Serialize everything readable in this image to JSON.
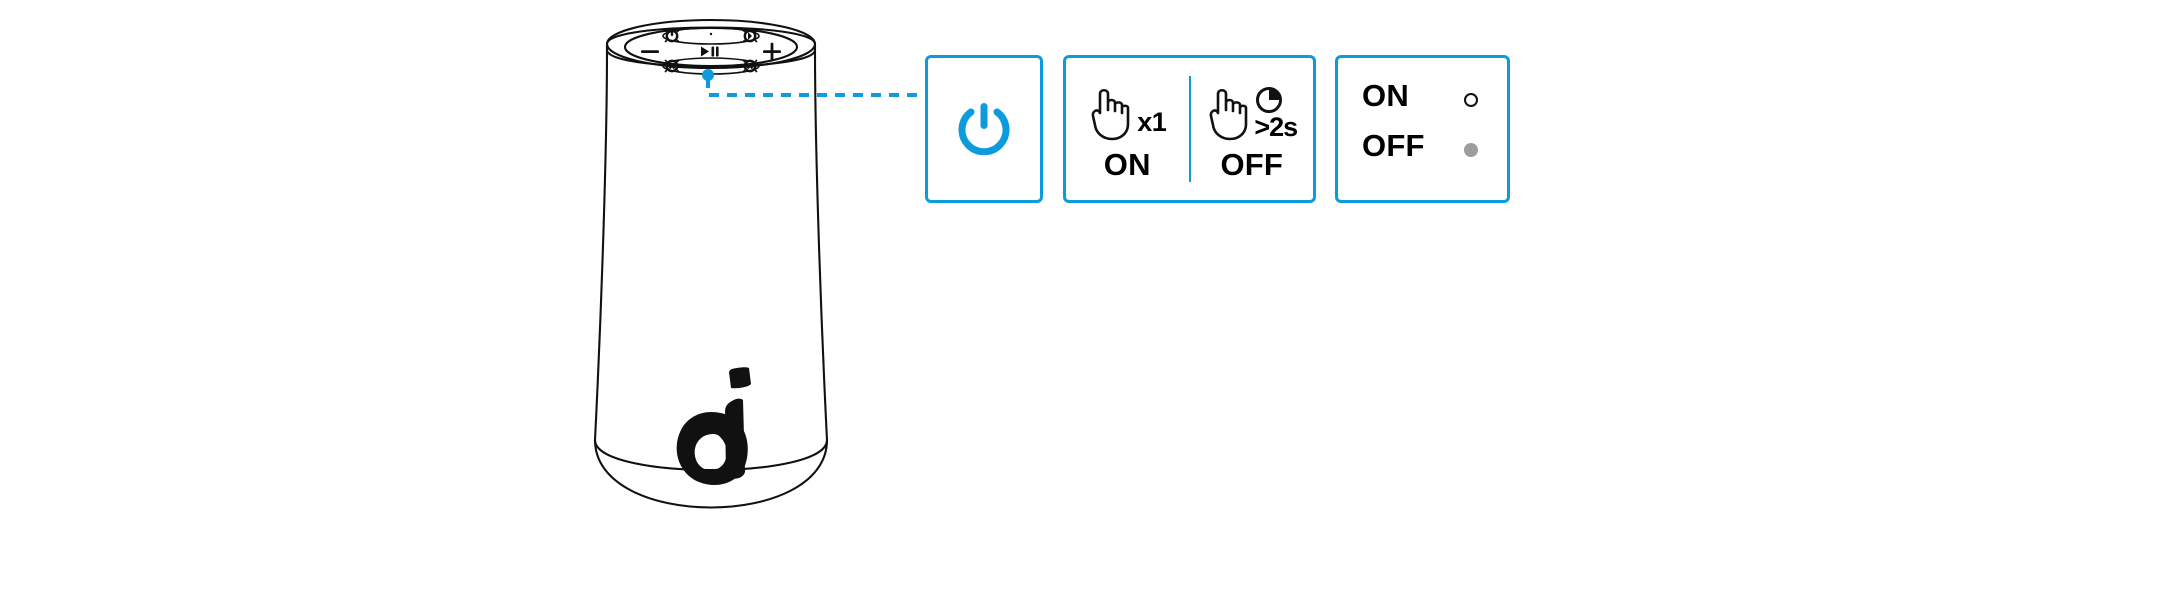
{
  "theme": {
    "accent_blue": "#0c9bdd",
    "outline_black": "#111111",
    "led_off_gray": "#9d9d9d",
    "background": "#ffffff"
  },
  "product": {
    "name": "soundcore-speaker",
    "logo": "soundcore-logo",
    "top_panel": {
      "buttons": [
        {
          "name": "volume-down-button",
          "glyph": "—"
        },
        {
          "name": "play-pause-button",
          "glyph": "▶‖"
        },
        {
          "name": "volume-up-button",
          "glyph": "+"
        }
      ],
      "small_marks": [
        {
          "name": "power-mark",
          "glyph": "⏻"
        },
        {
          "name": "bluetooth-mark",
          "glyph": "ᛗ"
        },
        {
          "name": "mode-mark",
          "glyph": "ᛗ"
        },
        {
          "name": "light-mark",
          "glyph": "ᛗ"
        }
      ]
    }
  },
  "callout": {
    "name": "power-button-callout",
    "target": "power-button-on-speaker-top"
  },
  "panels": {
    "power_icon": {
      "name": "power-symbol",
      "label": "power"
    },
    "gestures": [
      {
        "icon": "tap-hand-icon",
        "repeat": "x1",
        "state": "ON"
      },
      {
        "icon": "press-hold-hand-icon",
        "clock_icon": "clock-icon",
        "duration": ">2s",
        "state": "OFF"
      }
    ],
    "led_legend": [
      {
        "label": "ON",
        "indicator": "led-hollow",
        "indicator_style": "hollow"
      },
      {
        "label": "OFF",
        "indicator": "led-filled",
        "indicator_style": "filled"
      }
    ]
  }
}
